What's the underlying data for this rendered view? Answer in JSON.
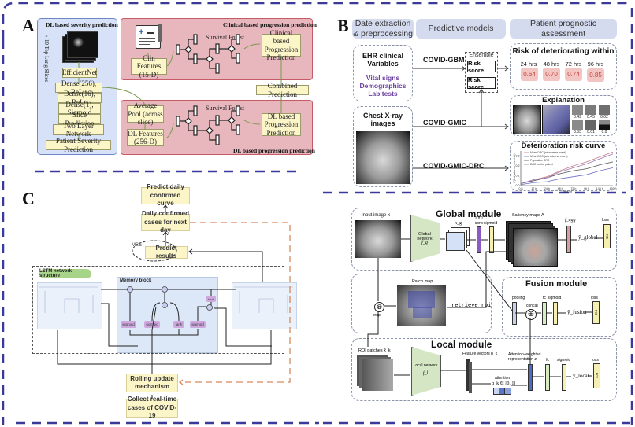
{
  "panelA": {
    "letter": "A",
    "severity": {
      "title": "DL based severity prediction",
      "slices_label": "×10 Top Lung Slices",
      "layers": [
        "EfficientNet",
        "Dense(256), ReLu",
        "Dense(16), ReLu",
        "Dense(1), Sigmoid",
        "Slice Prediction",
        "Two Layer Network",
        "Patient Severity Prediction"
      ]
    },
    "clinical": {
      "title": "Clinical based progression prediction",
      "features": "Clin Features (15-D)",
      "forest_label": "Survival Forest",
      "output": "Clinical based Progression Prediction"
    },
    "combined": "Combined Prediction",
    "dl": {
      "title": "DL based progression prediction",
      "pool": "Average Pool (across slice)",
      "features": "DL Features (256-D)",
      "forest_label": "Survival Forest",
      "output": "DL based Progression Prediction"
    }
  },
  "panelB": {
    "letter": "B",
    "headers": [
      "Date extraction & preprocessing",
      "Predictive models",
      "Patient prognostic assessment"
    ],
    "ehr": {
      "title": "EHR clinical Variables",
      "items": [
        "Vital signs",
        "Demographics",
        "Lab tests"
      ]
    },
    "xray_title": "Chest X-ray images",
    "models": [
      "COVID-GBM",
      "COVID-GMIC",
      "COVID-GMIC-DRC"
    ],
    "ensemble": {
      "label": "Ensemble",
      "scores": [
        "Risk score",
        "Risk score"
      ]
    },
    "risk": {
      "title": "Risk of deteriorating within",
      "horizons": [
        {
          "label": "24 hrs",
          "value": "0.64"
        },
        {
          "label": "48 hrs",
          "value": "0.70"
        },
        {
          "label": "72 hrs",
          "value": "0.74"
        },
        {
          "label": "96 hrs",
          "value": "0.85"
        }
      ]
    },
    "explanation": {
      "title": "Explanation",
      "patch_scores": [
        "0.49",
        "0.45",
        "0.02",
        "0.03",
        "0.01",
        "0.0"
      ]
    },
    "drc": {
      "title": "Deterioration risk curve"
    }
  },
  "chart_data": {
    "type": "line",
    "title": "Deterioration risk curve",
    "xlabel": "Time (t)",
    "ylabel": "P(first adverse event ≤ t)",
    "categories": [
      "0 h",
      "12 h",
      "24 h",
      "48 h",
      "72 h",
      "96 h",
      "144 h",
      "192 h"
    ],
    "ylim": [
      0.0,
      0.35
    ],
    "yticks": [
      "0.0",
      "0.1",
      "0.2",
      "0.3"
    ],
    "legend_position": "top-left",
    "series": [
      {
        "name": "Mean DRC (w/ adverse event)",
        "color": "#c77b86",
        "values": [
          0.02,
          0.06,
          0.09,
          0.15,
          0.2,
          0.24,
          0.29,
          0.34
        ]
      },
      {
        "name": "Mean DRC (w/o adverse event)",
        "color": "#6a6fc2",
        "values": [
          0.01,
          0.03,
          0.04,
          0.07,
          0.09,
          0.11,
          0.15,
          0.18
        ]
      },
      {
        "name": "Population DRC",
        "color": "#555555",
        "values": [
          0.02,
          0.05,
          0.08,
          0.12,
          0.15,
          0.17,
          0.21,
          0.24
        ]
      },
      {
        "name": "DRC for the patient",
        "color": "#9a7ab0",
        "values": [
          0.02,
          0.06,
          0.08,
          0.14,
          0.18,
          0.22,
          0.27,
          0.32
        ]
      }
    ]
  },
  "panelB2": {
    "global": {
      "title": "Global module",
      "input": "Input image x",
      "network": "Global network",
      "network_fn": "f_g",
      "h": "h_g",
      "conv": "1 x 1 conv",
      "sigmoid": "sigmoid",
      "saliency": "Saliency maps A",
      "fagg": "f_agg",
      "y": "ŷ_global",
      "loss": "loss",
      "bce": "BCE"
    },
    "patch": {
      "title": "Patch map",
      "retrieve": "retrieve_roi",
      "crop": "crop"
    },
    "fusion": {
      "title": "Fusion module",
      "pooling": "pooling",
      "concat": "concat",
      "fc": "fc",
      "sigmoid": "sigmoid",
      "y": "ŷ_fusion",
      "loss": "loss",
      "bce": "BCE"
    },
    "local": {
      "title": "Local module",
      "roi": "ROI patches x̃_k",
      "network": "Local network",
      "network_fn": "f_l",
      "features": "Feature vectors h̃_k",
      "attention": "attention",
      "attention_range": "α_k ∈ [0, 1]",
      "attn_rep": "Attention-weighted representation z",
      "fc": "fc",
      "sigmoid": "sigmoid",
      "y": "ŷ_local",
      "loss": "loss",
      "bce": "BCE"
    }
  },
  "panelC": {
    "letter": "C",
    "predict_curve": "Predict daily confirmed curve",
    "daily_cases": "Daily confirmed cases for next day",
    "mse": "MSE",
    "predict_results": "Predict results",
    "lstm_label": "LSTM network structure",
    "memory_block": "Memory block",
    "gates": [
      "sigmoid",
      "sigmoid",
      "tanh",
      "sigmoid"
    ],
    "tanh_out": "tanh",
    "rolling": "Rolling update mechanism",
    "collect": "Collect real-time cases of COVID-19"
  }
}
